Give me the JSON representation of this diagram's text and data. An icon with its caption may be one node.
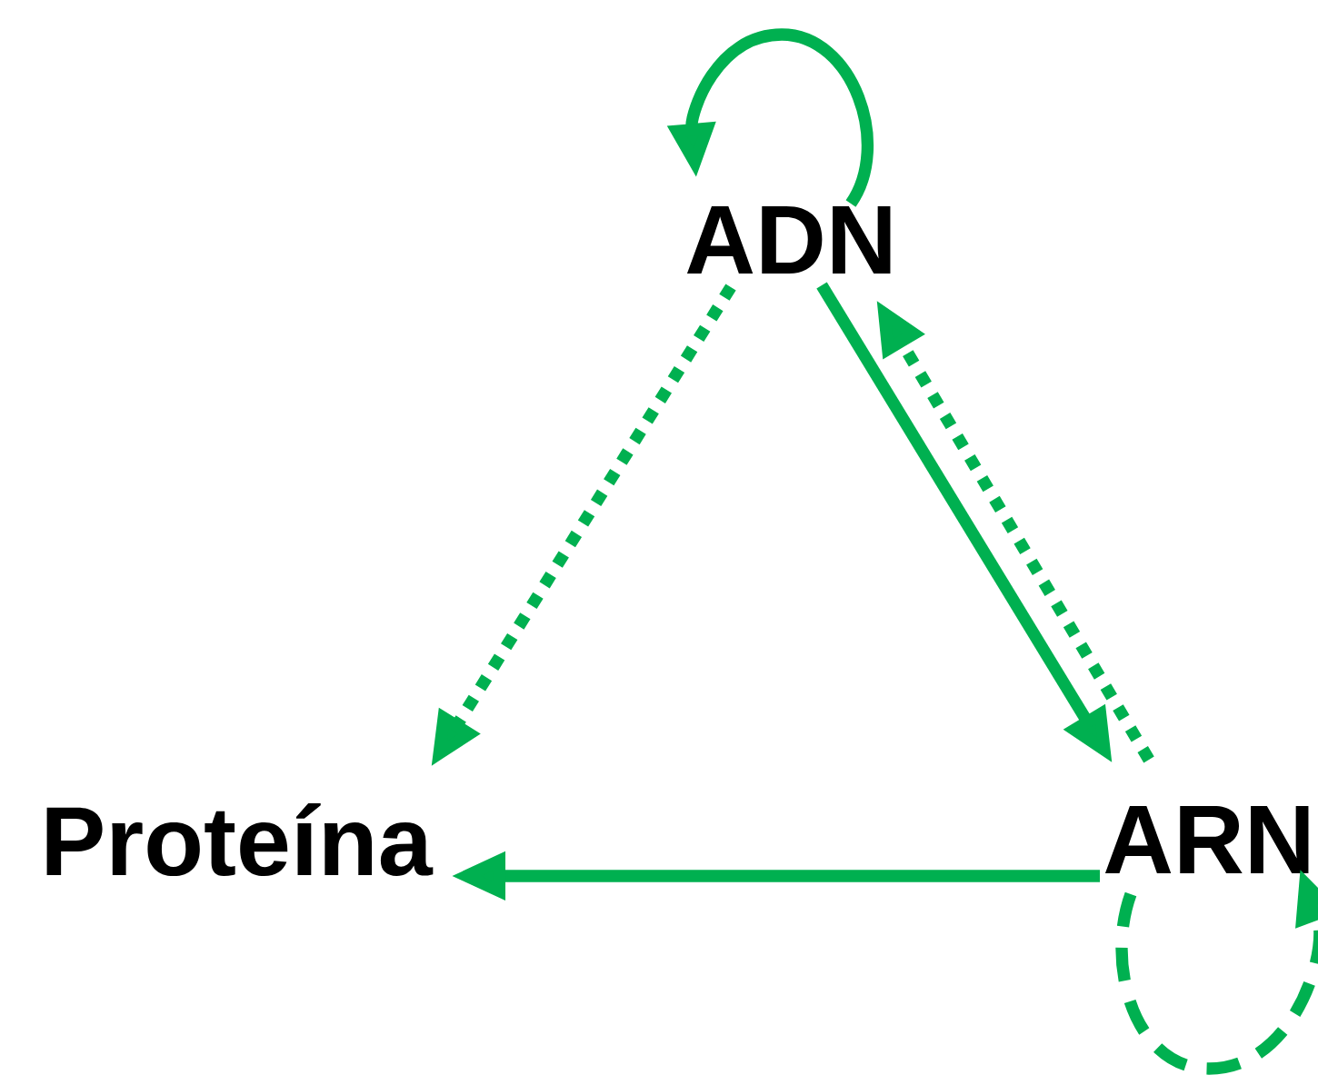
{
  "diagram": {
    "nodes": [
      {
        "text": [
          "ADN"
        ]
      },
      {
        "text": [
          "Proteína"
        ]
      },
      {
        "text": [
          "ARN"
        ]
      }
    ],
    "edges": [
      {
        "from": 0,
        "to": 0,
        "arrow": "to"
      },
      {
        "from": 0,
        "to": 2,
        "arrow": "to"
      },
      {
        "from": 2,
        "to": 0,
        "arrow": "to",
        "style": "dashed"
      },
      {
        "from": 0,
        "to": 1,
        "arrow": "to",
        "style": "dashed"
      },
      {
        "from": 2,
        "to": 1,
        "arrow": "to"
      },
      {
        "from": 2,
        "to": 2,
        "arrow": "to",
        "style": "dashed"
      }
    ]
  }
}
